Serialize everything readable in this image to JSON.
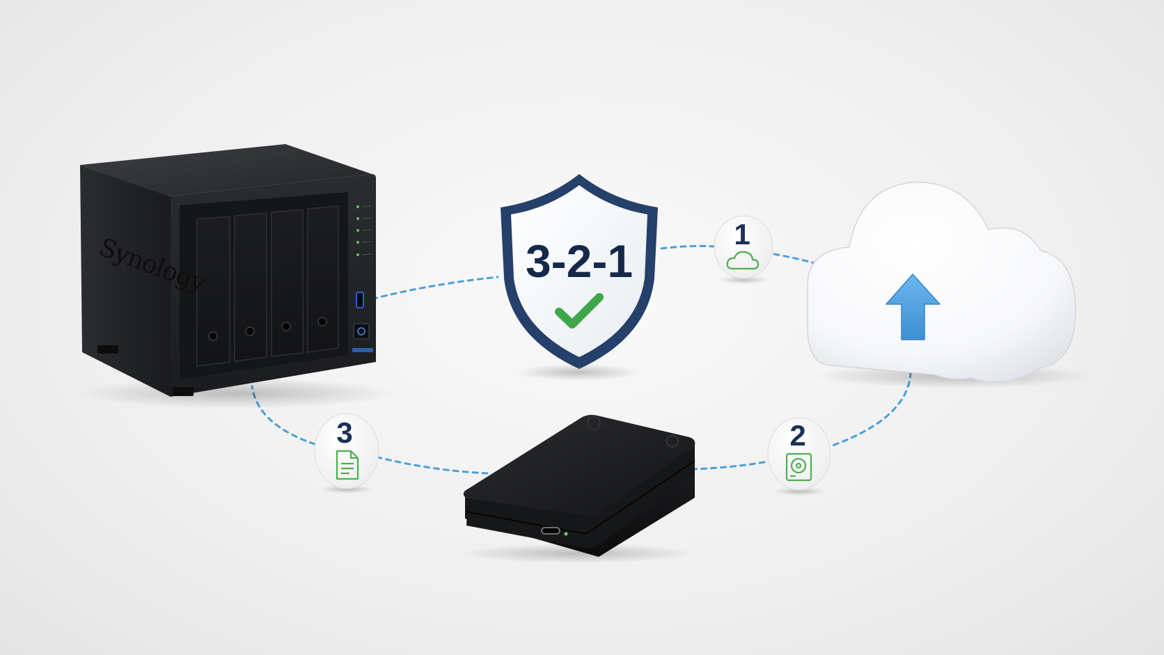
{
  "diagram": {
    "shield_label": "3-2-1",
    "nas_brand": "Synology",
    "badges": [
      {
        "number": "1",
        "icon": "cloud-icon"
      },
      {
        "number": "2",
        "icon": "hard-drive-icon"
      },
      {
        "number": "3",
        "icon": "document-icon"
      }
    ],
    "colors": {
      "connector": "#4a9fd8",
      "check": "#3fa64a",
      "badge_icon": "#4caf50",
      "badge_number": "#1a3057",
      "shield_border": "#25406a",
      "upload_arrow": "#4a9de0"
    }
  }
}
